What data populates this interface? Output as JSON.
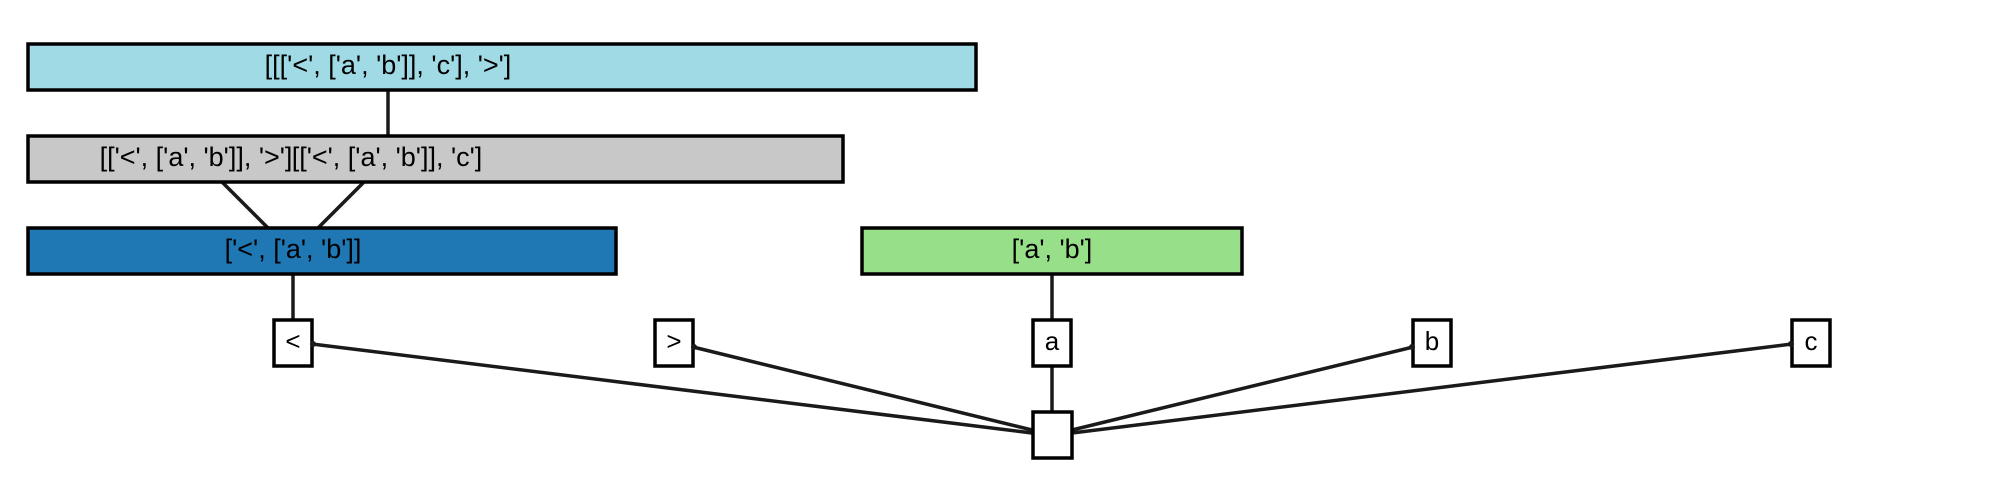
{
  "diagram": {
    "nodes": [
      {
        "id": "top",
        "label": "[[['<', ['a', 'b']], 'c'], '>']",
        "color": "#a0dbe5"
      },
      {
        "id": "gray",
        "label_left": "[['<', ['a', 'b']], '>']",
        "label_right": "[['<', ['a', 'b']], 'c']",
        "color": "#c8c8c8"
      },
      {
        "id": "blue",
        "label": "['<', ['a', 'b']]",
        "color": "#1f77b4"
      },
      {
        "id": "green",
        "label": "['a', 'b']",
        "color": "#98df8a"
      }
    ],
    "leaves": [
      {
        "id": "lt",
        "label": "<"
      },
      {
        "id": "gt",
        "label": ">"
      },
      {
        "id": "a",
        "label": "a"
      },
      {
        "id": "b",
        "label": "b"
      },
      {
        "id": "c",
        "label": "c"
      }
    ],
    "root": {
      "id": "root",
      "label": ""
    },
    "edges": [
      [
        "top",
        "gray"
      ],
      [
        "gray",
        "blue"
      ],
      [
        "blue",
        "lt"
      ],
      [
        "green",
        "a"
      ],
      [
        "lt",
        "root"
      ],
      [
        "gt",
        "root"
      ],
      [
        "a",
        "root"
      ],
      [
        "b",
        "root"
      ],
      [
        "c",
        "root"
      ]
    ]
  }
}
